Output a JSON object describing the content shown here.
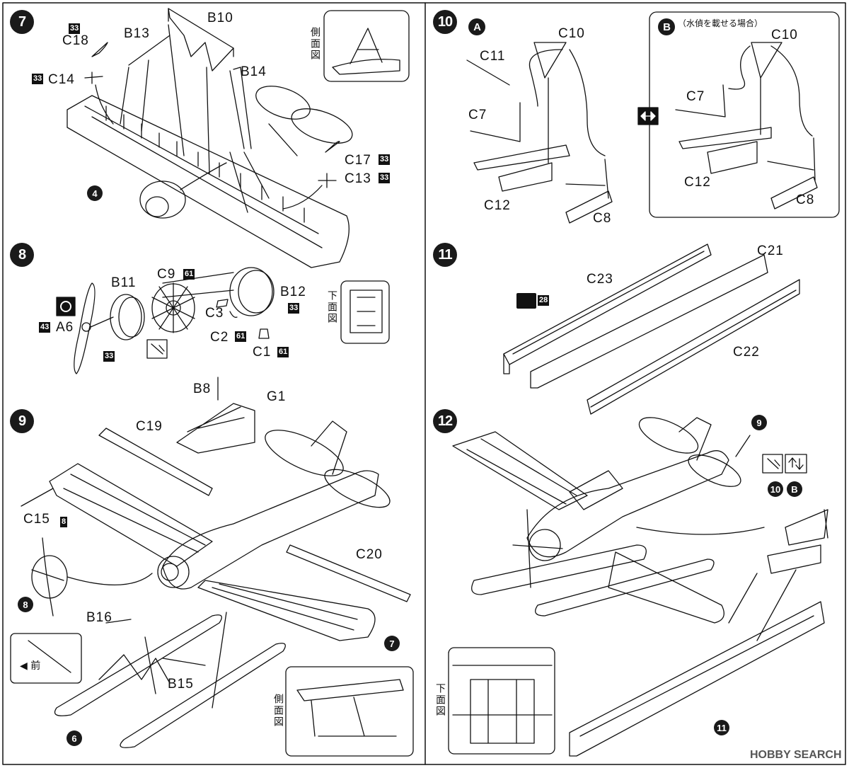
{
  "steps": [
    {
      "num": "7"
    },
    {
      "num": "8"
    },
    {
      "num": "9"
    },
    {
      "num": "10"
    },
    {
      "num": "11"
    },
    {
      "num": "12"
    }
  ],
  "step7": {
    "labels": [
      "C18",
      "C14",
      "B13",
      "B10",
      "B14",
      "C17",
      "C13"
    ],
    "paints": [
      "33",
      "33",
      "33",
      "33"
    ],
    "ref": "4",
    "side_view": "側面図"
  },
  "step8": {
    "labels": [
      "B11",
      "C9",
      "B12",
      "A6",
      "C3",
      "C2",
      "C1"
    ],
    "paints": [
      "61",
      "33",
      "43",
      "33",
      "61",
      "61"
    ],
    "bottom_view": "下面図"
  },
  "step9": {
    "labels": [
      "B8",
      "G1",
      "C19",
      "C15",
      "C20",
      "B16",
      "B15"
    ],
    "paints": [
      "8"
    ],
    "refs": [
      "8",
      "7",
      "6"
    ],
    "front_note": "前",
    "side_view": "側面図"
  },
  "step10": {
    "option_a": "A",
    "option_b": "B",
    "option_b_note": "（水偵を載せる場合）",
    "labels_a": [
      "C10",
      "C11",
      "C7",
      "C12",
      "C8"
    ],
    "labels_b": [
      "C10",
      "C7",
      "C12",
      "C8"
    ]
  },
  "step11": {
    "labels": [
      "C21",
      "C23",
      "C22"
    ],
    "paints": [
      "28"
    ]
  },
  "step12": {
    "refs": [
      "9",
      "10",
      "B",
      "11"
    ],
    "bottom_view": "下面図"
  },
  "watermark": "HOBBY SEARCH",
  "colors": {
    "ink": "#111111",
    "paper": "#ffffff",
    "badge": "#1a1a1a"
  }
}
